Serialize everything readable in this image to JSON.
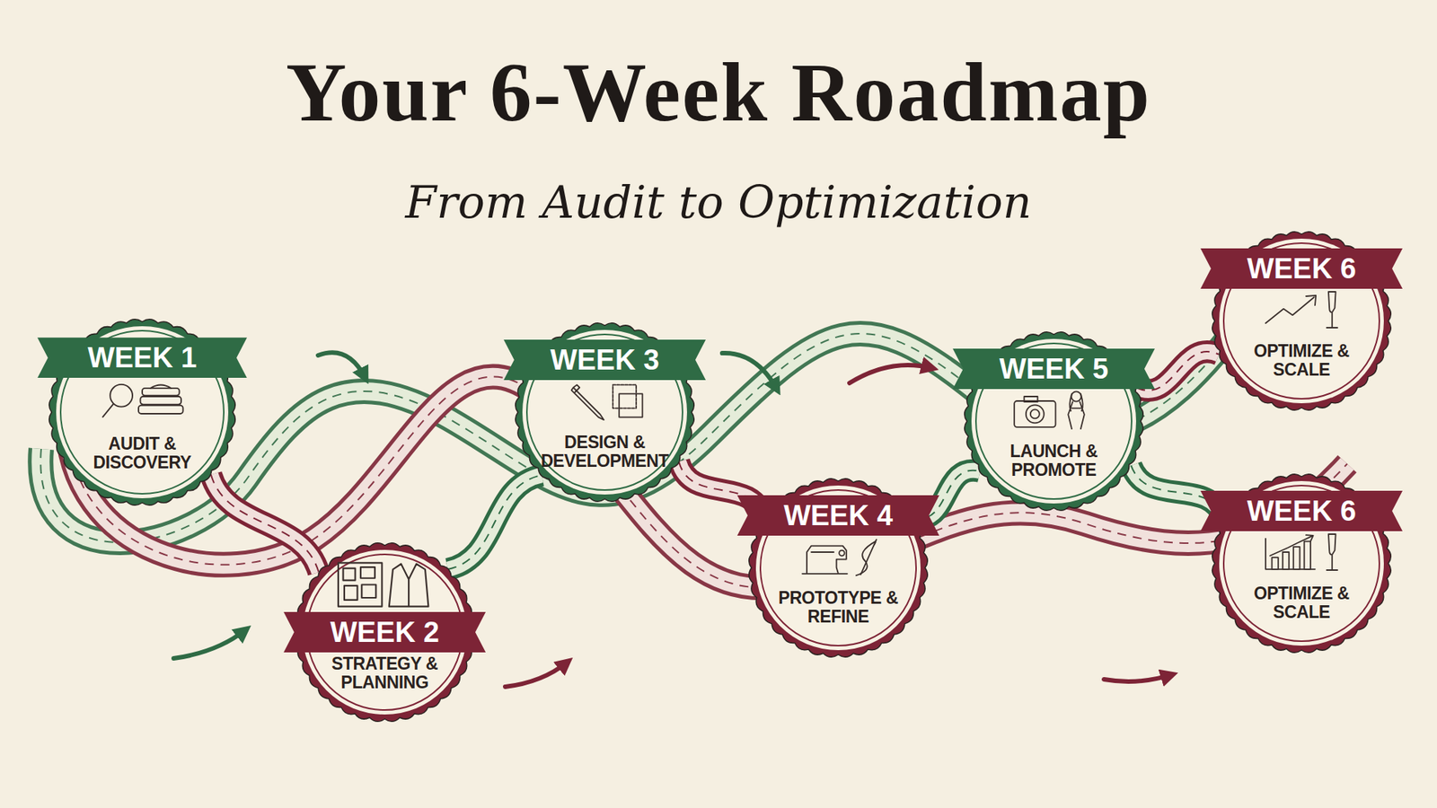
{
  "diagram": {
    "title": "Your 6-Week Roadmap",
    "nodes": [
      {
        "text": [
          "WEEK 1",
          "AUDIT & DISCOVERY"
        ]
      },
      {
        "text": [
          "WEEK 2",
          "STRATEGY & PLANNING"
        ]
      },
      {
        "text": [
          "WEEK 3",
          "DESIGN & DEVELOPMENT"
        ]
      },
      {
        "text": [
          "WEEK 4",
          "PROTOTYPE & REFINE"
        ]
      },
      {
        "text": [
          "WEEK 5",
          "LAUNCH & PROMOTE"
        ]
      },
      {
        "text": [
          "WEEK 6",
          "OPTIMIZE & SCALE"
        ]
      },
      {
        "text": [
          "WEEK 6",
          "OPTIMIZE & SCALE"
        ]
      }
    ],
    "edges": [
      {
        "from": 0,
        "to": 1,
        "arrow": "none"
      },
      {
        "from": 1,
        "to": 2,
        "arrow": "none"
      },
      {
        "from": 2,
        "to": 3,
        "arrow": "none"
      },
      {
        "from": 3,
        "to": 4,
        "arrow": "none"
      },
      {
        "from": 4,
        "to": 5,
        "arrow": "none"
      },
      {
        "from": 4,
        "to": 6,
        "arrow": "none"
      }
    ],
    "labels": [
      "From Audit to Optimization"
    ]
  }
}
